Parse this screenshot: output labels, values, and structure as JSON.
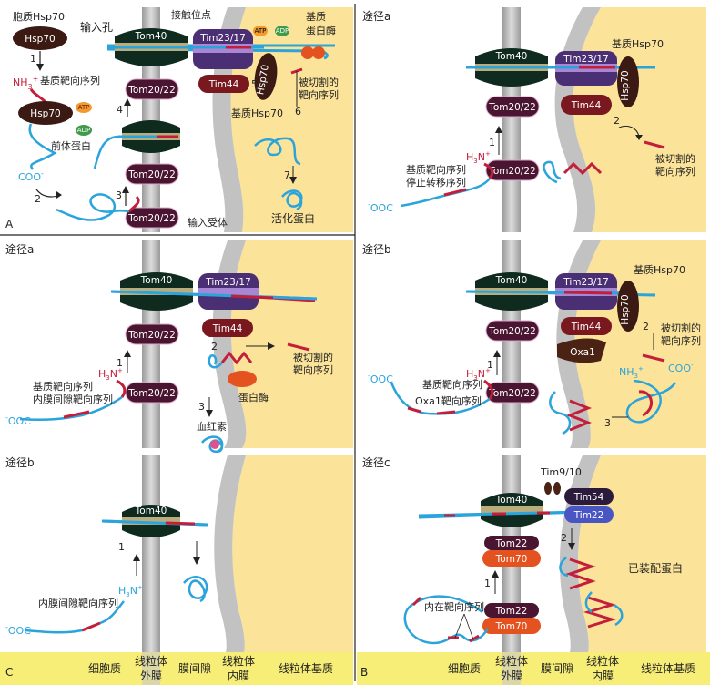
{
  "panelA": {
    "corner": "A",
    "cytosolHsp70": "胞质Hsp70",
    "hsp70": "Hsp70",
    "nh3": "NH",
    "nh3Sup": "3",
    "plus": "+",
    "matrixTargetingSeq": "基质靶向序列",
    "atp": "ATP",
    "adp": "ADP",
    "precursor": "前体蛋白",
    "cooTerm": "COO",
    "minus": "-",
    "importPore": "输入孔",
    "contactSite": "接触位点",
    "matrixProtease": [
      "基质",
      "蛋白酶"
    ],
    "cleavedSeq": [
      "被切割的",
      "靶向序列"
    ],
    "matrixHsp70": "基质Hsp70",
    "importReceptor": "输入受体",
    "activeProtein": "活化蛋白",
    "steps": [
      "1",
      "2",
      "3",
      "4",
      "5",
      "6",
      "7"
    ]
  },
  "panelB1": {
    "title": "途径a",
    "matrixHsp70": "基质Hsp70",
    "cleavedSeq": [
      "被切割的",
      "靶向序列"
    ],
    "stopTransfer": [
      "基质靶向序列",
      "停止转移序列"
    ],
    "h3n": "H",
    "ooc": "OOC",
    "steps": [
      "1",
      "2"
    ]
  },
  "panelC1": {
    "title": "途径a",
    "cleavedSeq": [
      "被切割的",
      "靶向序列"
    ],
    "labels": [
      "基质靶向序列",
      "内膜间隙靶向序列"
    ],
    "protease": "蛋白酶",
    "heme": "血红素",
    "steps": [
      "1",
      "2",
      "3"
    ]
  },
  "panelB2": {
    "title": "途径b",
    "matrixHsp70": "基质Hsp70",
    "cleavedSeq": [
      "被切割的",
      "靶向序列"
    ],
    "labels": [
      "基质靶向序列",
      "Oxa1靶向序列"
    ],
    "oxa1": "Oxa1",
    "steps": [
      "1",
      "2",
      "3"
    ]
  },
  "panelC2": {
    "title": "途径b",
    "label": "内膜间隙靶向序列",
    "steps": [
      "1"
    ]
  },
  "panelB3": {
    "title": "途径c",
    "tim910": "Tim9/10",
    "tim54": "Tim54",
    "tim22": "Tim22",
    "tom22": "Tom22",
    "tom70": "Tom70",
    "internalSeq": "内在靶向序列",
    "assembled": "已装配蛋白",
    "steps": [
      "1",
      "2"
    ]
  },
  "proteins": {
    "tom40": "Tom40",
    "tim2317": "Tim23/17",
    "tom2022": "Tom20/22",
    "tim44": "Tim44",
    "hsp70": "Hsp70"
  },
  "bottomLabels": {
    "cornerC": "C",
    "cornerB": "B",
    "cytosol": "细胞质",
    "outerMembrane": [
      "线粒体",
      "外膜"
    ],
    "intermembrane": "膜间隙",
    "innerMembrane": [
      "线粒体",
      "内膜"
    ],
    "matrix": "线粒体基质"
  },
  "colors": {
    "matrixFill": "#fbe39a",
    "outerMembrane": "#c8c8c8",
    "innerMembrane": "#bdbdbd",
    "tom40": "#0f2a1f",
    "tom40Band": "#b9ad7e",
    "tim": "#4b2f74",
    "tim44": "#7a1820",
    "tom2022": "#4a1530",
    "hsp70": "#3a1a12",
    "chain": "#2ba4db",
    "signal": "#c41f3a",
    "protease": "#e4531f",
    "bottomBar": "#f7ee77"
  }
}
